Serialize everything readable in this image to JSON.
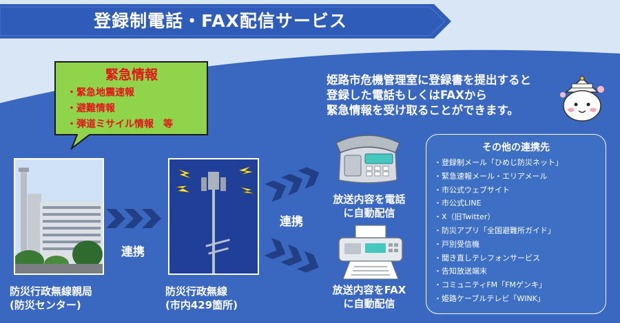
{
  "banner": {
    "title": "登録制電話・FAX配信サービス"
  },
  "emergency": {
    "title": "緊急情報",
    "items": [
      "・緊急地震速報",
      "・避難情報",
      "・弾道ミサイル情報　等"
    ]
  },
  "description": {
    "lines": [
      "姫路市危機管理室に登録書を提出すると",
      "登録した電話もしくはFAXから",
      "緊急情報を受け取ることができます。"
    ]
  },
  "flow": {
    "station_label": [
      "防災行政無線親局",
      "(防災センター)"
    ],
    "link_label_1": "連携",
    "radio_label": [
      "防災行政無線",
      "(市内429箇所)"
    ],
    "link_label_2": "連携",
    "phone_label": [
      "放送内容を電話",
      "に自動配信"
    ],
    "fax_label": [
      "放送内容をFAX",
      "に自動配信"
    ]
  },
  "other_links": {
    "title": "その他の連携先",
    "items": [
      "・登録制メール「ひめじ防災ネット」",
      "・緊急速報メール・エリアメール",
      "・市公式ウェブサイト",
      "・市公式LINE",
      "・X（旧Twitter）",
      "・防災アプリ「全国避難所ガイド」",
      "・戸別受信機",
      "・聞き直しテレフォンサービス",
      "・告知放送端末",
      "・コミュニティFM「FMゲンキ」",
      "・姫路ケーブルテレビ「WINK」"
    ]
  },
  "colors": {
    "banner": "#2f5cb8",
    "background": "#3a68c0",
    "emergency_box": "#8fd44a",
    "emergency_text": "#e4141b",
    "arrow": "#223f86"
  }
}
